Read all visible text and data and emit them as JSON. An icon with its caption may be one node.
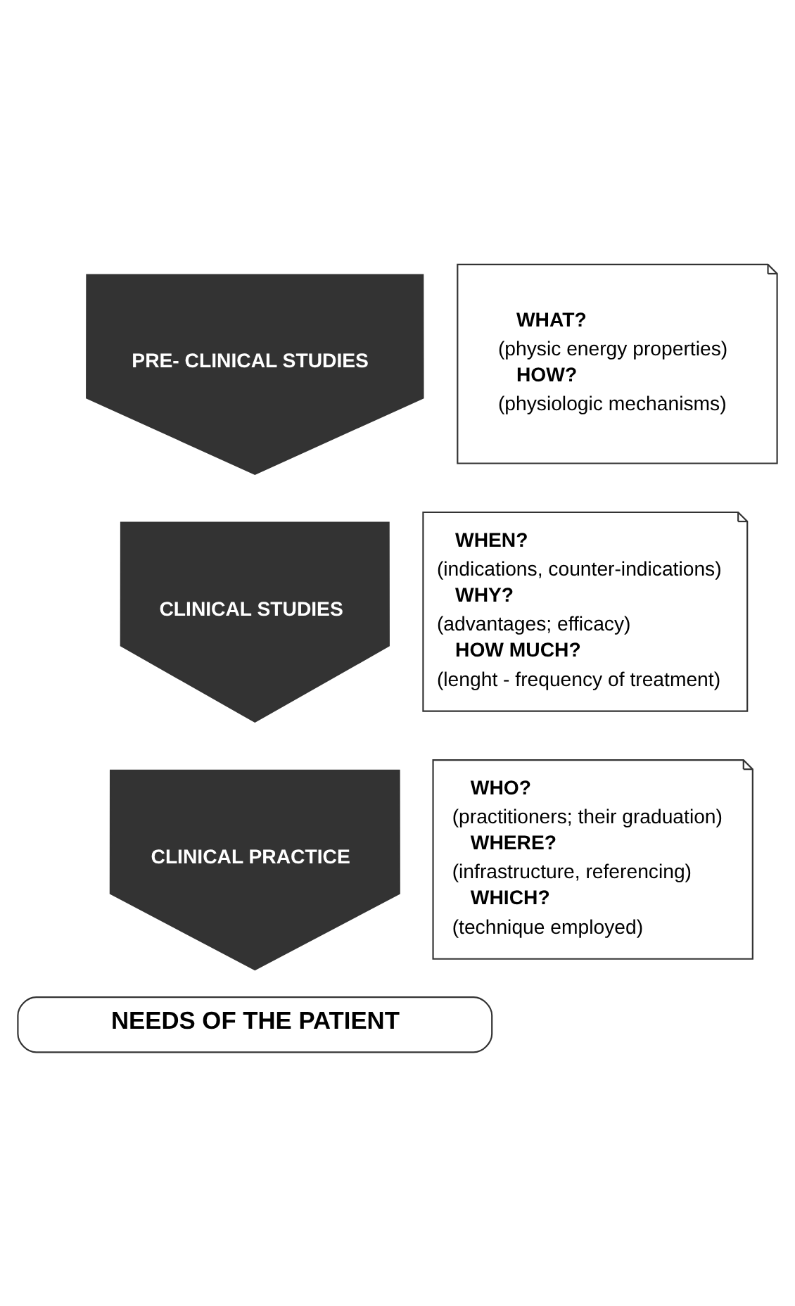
{
  "diagram": {
    "nodes": [
      {
        "text": [
          "PRE- CLINICAL STUDIES"
        ]
      },
      {
        "text": [
          "CLINICAL STUDIES"
        ]
      },
      {
        "text": [
          "CLINICAL PRACTICE"
        ]
      },
      {
        "text": [
          "WHAT?",
          "(physic energy properties)",
          "HOW?",
          "(physiologic mechanisms)"
        ]
      },
      {
        "text": [
          "WHEN?",
          "(indications, counter-indications)",
          "WHY?",
          "(advantages; efficacy)",
          "HOW MUCH?",
          "(lenght - frequency of treatment)"
        ]
      },
      {
        "text": [
          "WHO?",
          "(practitioners; their graduation)",
          "WHERE?",
          "(infrastructure, referencing)",
          "WHICH?",
          "(technique employed)"
        ]
      },
      {
        "text": [
          "NEEDS OF THE PATIENT"
        ]
      }
    ],
    "edges": []
  }
}
